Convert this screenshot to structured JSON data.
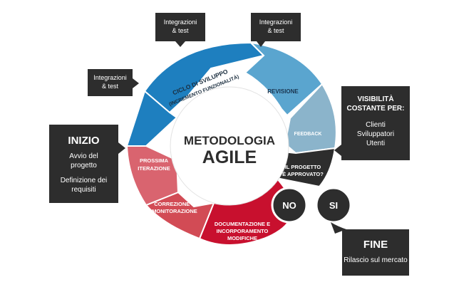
{
  "center": {
    "line1": "METODOLOGIA",
    "line2": "AGILE"
  },
  "segments": {
    "ciclo": {
      "line1": "CICLO DI SVILUPPO",
      "line2": "(INCREMENTO FUNZIONALITÀ)"
    },
    "revisione": "REVISIONE",
    "feedback": "FEEDBACK",
    "approvato": {
      "line1": "IL PROGETTO",
      "line2": "È APPROVATO?"
    },
    "documentazione": {
      "line1": "DOCUMENTAZIONE E",
      "line2": "INCORPORAMENTO",
      "line3": "MODIFICHE"
    },
    "correzione": {
      "line1": "CORREZIONE &",
      "line2": "MONITORAZIONE"
    },
    "prossima": {
      "line1": "PROSSIMA",
      "line2": "ITERAZIONE"
    }
  },
  "decisions": {
    "no": "NO",
    "si": "SI"
  },
  "callouts": {
    "integrazioni_1": {
      "line1": "Integrazioni",
      "line2": "& test"
    },
    "integrazioni_2": {
      "line1": "Integrazioni",
      "line2": "& test"
    },
    "integrazioni_3": {
      "line1": "Integrazioni",
      "line2": "& test"
    }
  },
  "inizio": {
    "title": "INIZIO",
    "item1_line1": "Avvio del",
    "item1_line2": "progetto",
    "item2_line1": "Definizione dei",
    "item2_line2": "requisiti"
  },
  "visibilita": {
    "title_line1": "VISIBILITÀ",
    "title_line2": "COSTANTE PER:",
    "items": [
      "Clienti",
      "Sviluppatori",
      "Utenti"
    ]
  },
  "fine": {
    "title": "FINE",
    "text": "Rilascio sul mercato"
  },
  "colors": {
    "blue_dark": "#1e7fbf",
    "blue_mid": "#5aa5cf",
    "blue_light": "#8bb4cb",
    "black": "#2d2d2d",
    "red": "#c8102e",
    "red_mid": "#d24b55",
    "red_light": "#d9646f",
    "white": "#ffffff"
  }
}
